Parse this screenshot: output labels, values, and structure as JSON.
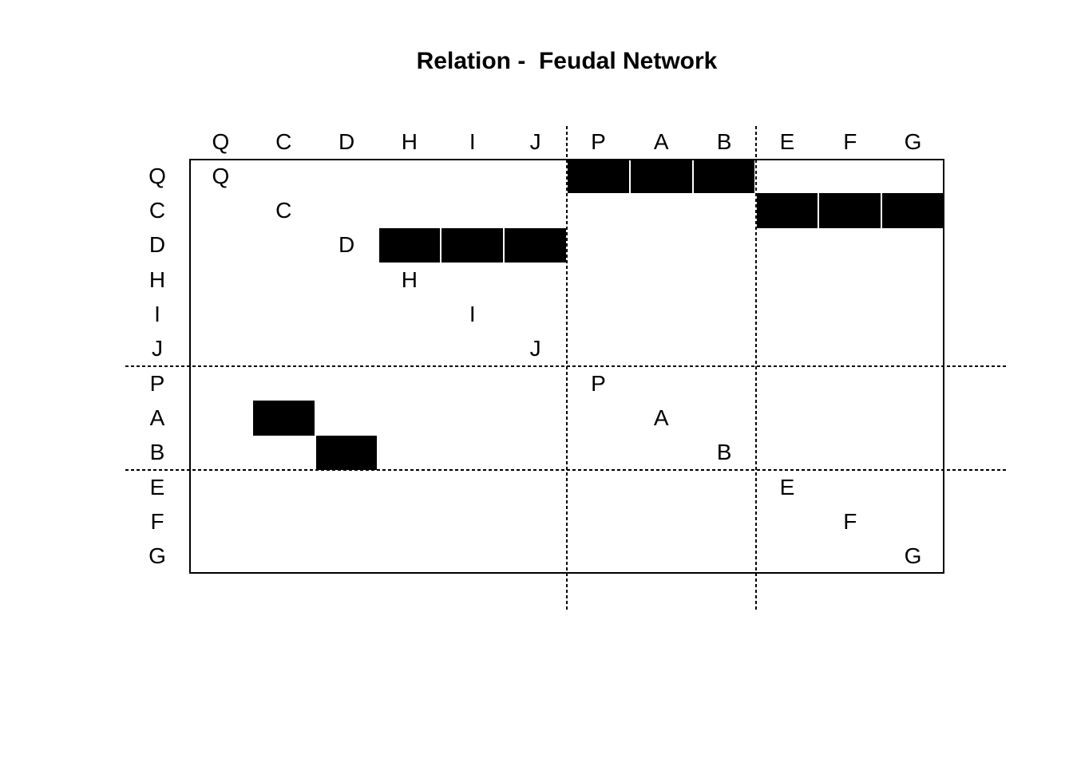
{
  "title": "Relation -  Feudal Network",
  "chart_data": {
    "type": "heatmap",
    "title": "Relation -  Feudal Network",
    "row_labels": [
      "Q",
      "C",
      "D",
      "H",
      "I",
      "J",
      "P",
      "A",
      "B",
      "E",
      "F",
      "G"
    ],
    "col_labels": [
      "Q",
      "C",
      "D",
      "H",
      "I",
      "J",
      "P",
      "A",
      "B",
      "E",
      "F",
      "G"
    ],
    "relation_rows": [
      {
        "row": "Q",
        "related_to": [
          "P",
          "A",
          "B"
        ]
      },
      {
        "row": "C",
        "related_to": [
          "E",
          "F",
          "G"
        ]
      },
      {
        "row": "D",
        "related_to": [
          "H",
          "I",
          "J"
        ]
      },
      {
        "row": "H",
        "related_to": []
      },
      {
        "row": "I",
        "related_to": []
      },
      {
        "row": "J",
        "related_to": []
      },
      {
        "row": "P",
        "related_to": []
      },
      {
        "row": "A",
        "related_to": [
          "C"
        ]
      },
      {
        "row": "B",
        "related_to": [
          "D"
        ]
      },
      {
        "row": "E",
        "related_to": []
      },
      {
        "row": "F",
        "related_to": []
      },
      {
        "row": "G",
        "related_to": []
      }
    ],
    "diagonal_labels": [
      "Q",
      "C",
      "D",
      "H",
      "I",
      "J",
      "P",
      "A",
      "B",
      "E",
      "F",
      "G"
    ],
    "block_boundaries_after": [
      "J",
      "B"
    ],
    "cell_fill_color": "#000000",
    "line_color": "#000000",
    "background_color": "#ffffff",
    "grid": "off",
    "legend": "none"
  }
}
